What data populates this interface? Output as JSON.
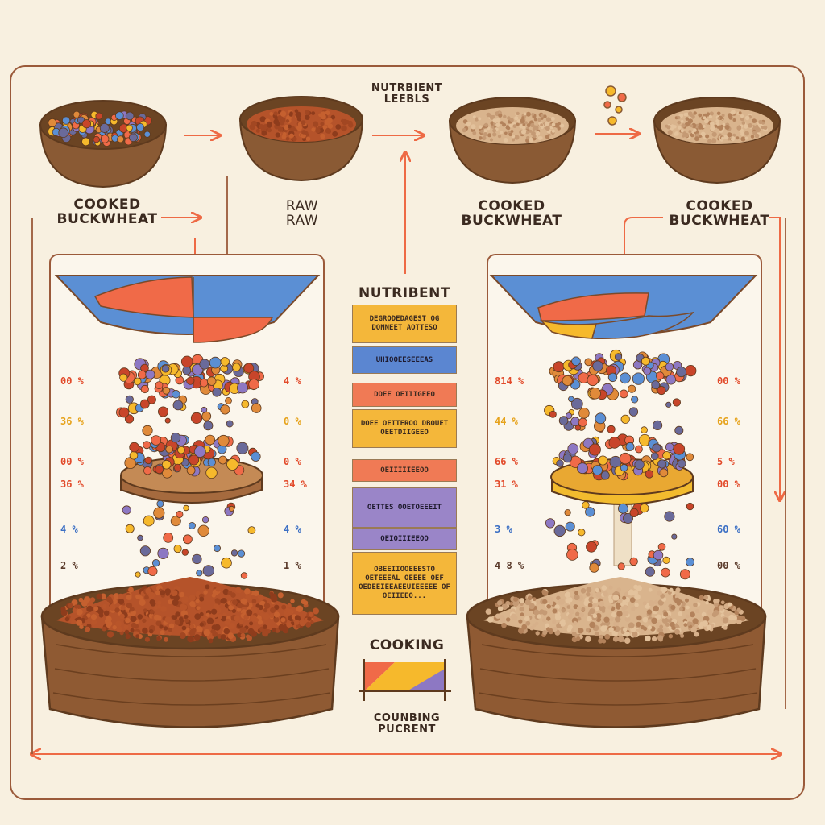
{
  "top_labels": {
    "nutrient_levels": [
      "NUTRBIENT",
      "LEEBLS"
    ],
    "bowl1": [
      "COOKED",
      "BUCKWHEAT"
    ],
    "bowl2": [
      "RAW",
      "RAW"
    ],
    "bowl3": [
      "COOKED",
      "BUCKWHEAT"
    ],
    "bowl4": [
      "COOKED",
      "BUCKWHEAT"
    ]
  },
  "center": {
    "title": "NUTRIBENT",
    "cards": [
      {
        "text": "DEGRODEDAGEST OG DONNEET AOTTESO",
        "color": "#f4b73a"
      },
      {
        "text": "UHIOOEESEEEAS",
        "color": "#5b86d1"
      },
      {
        "text": "DOEE OEIIIGEEO",
        "color": "#f07a55"
      },
      {
        "text": "DOEE OETTEROO DBOUET OEETDIIGEEO",
        "color": "#f4b73a"
      },
      {
        "text": "OEIIIIIEEOO",
        "color": "#f07a55"
      },
      {
        "text": "OETTES OOETOEEEIT",
        "color": "#9a85c8"
      },
      {
        "text": "OEIOIIIEEOO",
        "color": "#9a85c8"
      },
      {
        "text": "OBEEIIOOEEESTO OETEEEAL OEEEE OEF OEDEEIEEAEEUIEEEEE OF OEIIEEO...",
        "color": "#f4b73a"
      }
    ],
    "cooking": "COOKING",
    "footer": [
      "COUNBING",
      "PUCRENT"
    ]
  },
  "left_percents": {
    "outer": [
      "00 %",
      "36 %",
      "00 %",
      "36 %",
      "4 %",
      "2 %"
    ],
    "inner": [
      "4 %",
      "0 %",
      "0 %",
      "34 %",
      "4 %",
      "1 %"
    ]
  },
  "right_percents": {
    "inner": [
      "814 %",
      "44 %",
      "66 %",
      "31 %",
      "3 %",
      "4 8 %"
    ],
    "outer": [
      "00 %",
      "66 %",
      "5 %",
      "00 %",
      "60 %",
      "00 %"
    ]
  },
  "colors": {
    "background": "#f8f0e0",
    "frame": "#9b5a3a",
    "arrow": "#ee6a45",
    "bowl": "#8a5a34",
    "raw_grain": "#b5532a",
    "cooked_grain": "#d9b48d",
    "blue": "#5b8fd4",
    "coral": "#f06a48",
    "yellow": "#f6b92c",
    "purple": "#8d78c3"
  }
}
